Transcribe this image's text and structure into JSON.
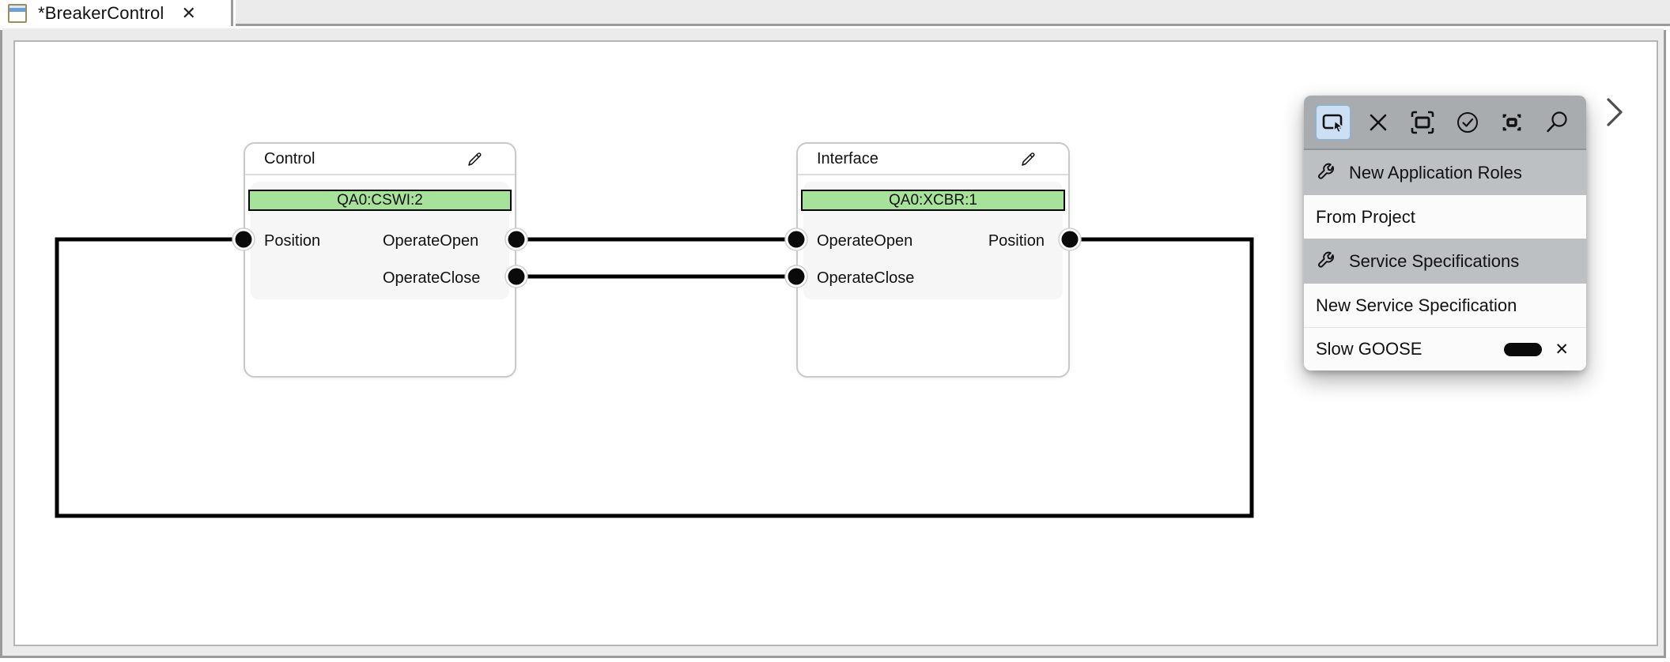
{
  "tab": {
    "title": "*BreakerControl",
    "close_glyph": "✕"
  },
  "canvas": {
    "blocks": [
      {
        "title": "Control",
        "node": "QA0:CSWI:2",
        "inputs": [
          "Position"
        ],
        "outputs": [
          "OperateOpen",
          "OperateClose"
        ]
      },
      {
        "title": "Interface",
        "node": "QA0:XCBR:1",
        "inputs": [
          "OperateOpen",
          "OperateClose"
        ],
        "outputs": [
          "Position"
        ]
      }
    ],
    "connections": [
      "Control.OperateOpen -> Interface.OperateOpen",
      "Control.OperateClose -> Interface.OperateClose",
      "Interface.Position -> Control.Position"
    ]
  },
  "palette": {
    "tools": [
      "select",
      "delete",
      "zoom-fit",
      "validate",
      "zoom-selection",
      "search"
    ],
    "active_tool": "select",
    "items": [
      {
        "label": "New Application Roles",
        "type": "header"
      },
      {
        "label": "From Project",
        "type": "item"
      },
      {
        "label": "Service Specifications",
        "type": "header"
      },
      {
        "label": "New Service Specification",
        "type": "item"
      },
      {
        "label": "Slow GOOSE",
        "type": "item",
        "remove_glyph": "✕"
      }
    ]
  },
  "colors": {
    "node_green": "#a7e29b",
    "tool_selected_blue": "#cddff2",
    "palette_toolbar_gray": "#a8acaf",
    "palette_header_gray": "#bdc0c3",
    "wire_black": "#000000"
  }
}
